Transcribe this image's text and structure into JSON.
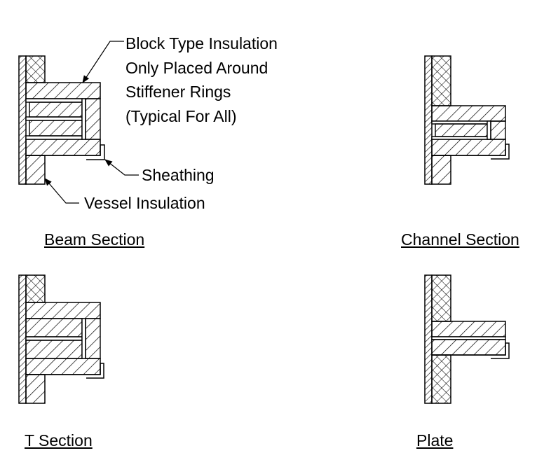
{
  "annotations": {
    "block_type": [
      "Block Type Insulation",
      "Only Placed Around",
      "Stiffener Rings",
      "(Typical For All)"
    ],
    "sheathing": "Sheathing",
    "vessel_insulation": "Vessel Insulation"
  },
  "sections": {
    "beam": "Beam Section",
    "channel": "Channel Section",
    "tee": "T Section",
    "plate": "Plate"
  }
}
